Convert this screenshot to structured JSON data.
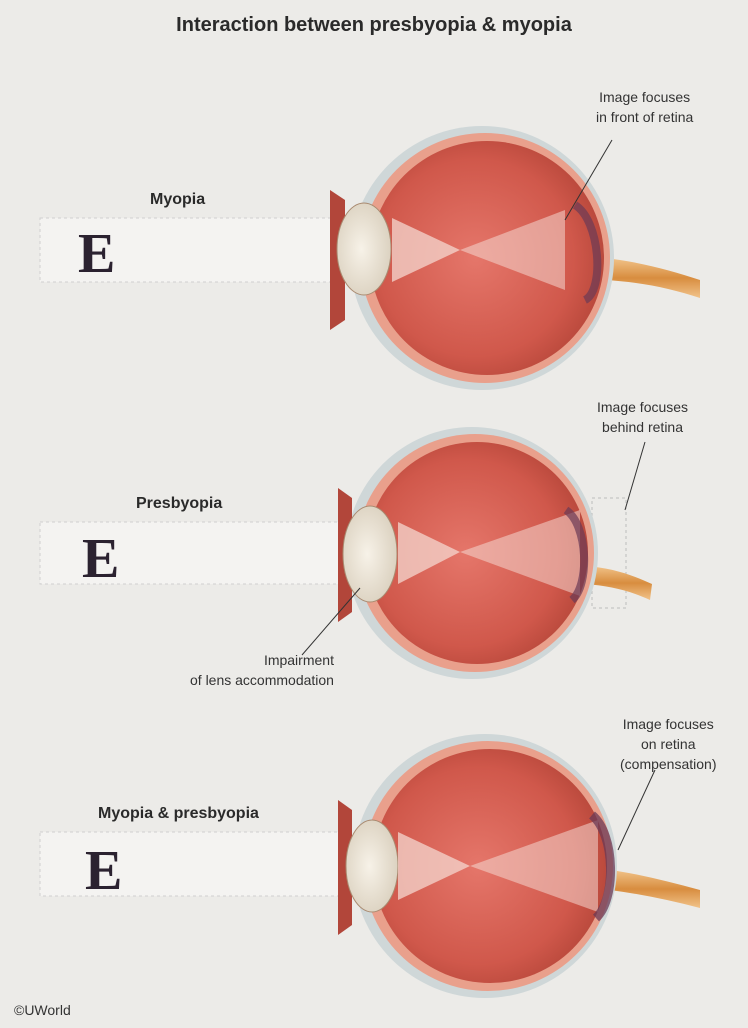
{
  "title": "Interaction between presbyopia & myopia",
  "target_letter": "E",
  "panels": [
    {
      "label": "Myopia",
      "note_lines": [
        "Image focuses",
        "in front of retina"
      ]
    },
    {
      "label": "Presbyopia",
      "note_lines": [
        "Image focuses",
        "behind retina"
      ],
      "extra_note_lines": [
        "Impairment",
        "of lens accommodation"
      ]
    },
    {
      "label": "Myopia & presbyopia",
      "note_lines": [
        "Image focuses",
        "on retina",
        "(compensation)"
      ]
    }
  ],
  "copyright": "©UWorld",
  "colors": {
    "background": "#ecebe8",
    "eye_outer": "#e08a73",
    "eye_inner": "#d2574a",
    "lens": "#eee6d8",
    "optic_nerve": "#e6a55c"
  }
}
